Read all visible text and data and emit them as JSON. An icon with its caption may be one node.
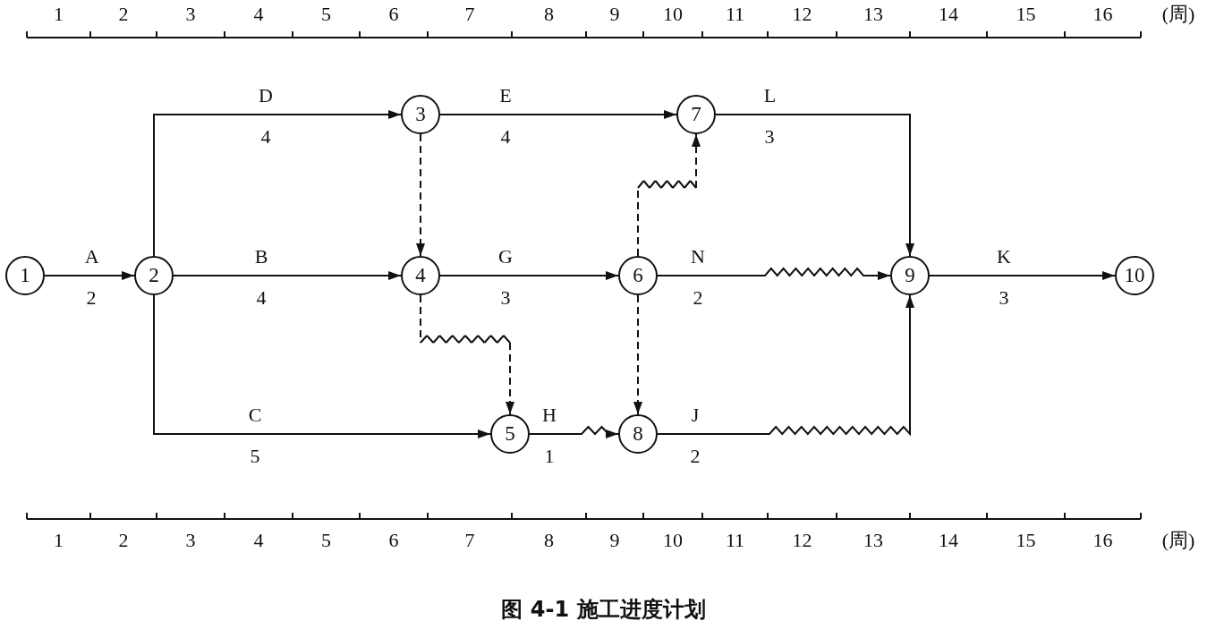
{
  "diagram": {
    "caption": "图 4-1 施工进度计划",
    "nodes": [
      {
        "text": [
          "1"
        ]
      },
      {
        "text": [
          "2"
        ]
      },
      {
        "text": [
          "3"
        ]
      },
      {
        "text": [
          "4"
        ]
      },
      {
        "text": [
          "5"
        ]
      },
      {
        "text": [
          "6"
        ]
      },
      {
        "text": [
          "7"
        ]
      },
      {
        "text": [
          "8"
        ]
      },
      {
        "text": [
          "9"
        ]
      },
      {
        "text": [
          "10"
        ]
      }
    ],
    "edges": [
      {
        "from": 0,
        "to": 1,
        "arrow": "to",
        "label": "A 2"
      },
      {
        "from": 1,
        "to": 2,
        "arrow": "to",
        "label": "D 4"
      },
      {
        "from": 1,
        "to": 3,
        "arrow": "to",
        "label": "B 4"
      },
      {
        "from": 1,
        "to": 4,
        "arrow": "to",
        "label": "C 5"
      },
      {
        "from": 2,
        "to": 6,
        "arrow": "to",
        "label": "E 4"
      },
      {
        "from": 2,
        "to": 3,
        "arrow": "to",
        "style": "dashed"
      },
      {
        "from": 3,
        "to": 5,
        "arrow": "to",
        "label": "G 3"
      },
      {
        "from": 3,
        "to": 4,
        "arrow": "to",
        "style": "dashed"
      },
      {
        "from": 4,
        "to": 7,
        "arrow": "to",
        "label": "H 1"
      },
      {
        "from": 5,
        "to": 8,
        "arrow": "to",
        "label": "N 2"
      },
      {
        "from": 5,
        "to": 6,
        "arrow": "to",
        "style": "dashed"
      },
      {
        "from": 5,
        "to": 7,
        "arrow": "to",
        "style": "dashed"
      },
      {
        "from": 6,
        "to": 8,
        "arrow": "to",
        "label": "L 3"
      },
      {
        "from": 7,
        "to": 8,
        "arrow": "to",
        "label": "J 2"
      },
      {
        "from": 8,
        "to": 9,
        "arrow": "to",
        "label": "K 3"
      }
    ],
    "labels": [
      "1",
      "2",
      "3",
      "4",
      "5",
      "6",
      "7",
      "8",
      "9",
      "10",
      "11",
      "12",
      "13",
      "14",
      "15",
      "16",
      "(周)",
      "1",
      "2",
      "3",
      "4",
      "5",
      "6",
      "7",
      "8",
      "9",
      "10",
      "11",
      "12",
      "13",
      "14",
      "15",
      "16",
      "(周)"
    ]
  }
}
